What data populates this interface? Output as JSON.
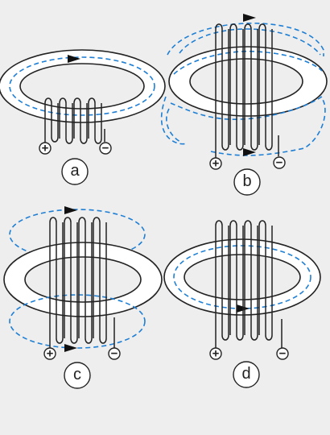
{
  "colors": {
    "flux": "#1e7fd4",
    "stroke": "#222222",
    "background": "#eeeeee"
  },
  "panels": [
    {
      "label": "a",
      "plus": "+",
      "minus": "−"
    },
    {
      "label": "b",
      "plus": "+",
      "minus": "−"
    },
    {
      "label": "c",
      "plus": "+",
      "minus": "−"
    },
    {
      "label": "d",
      "plus": "+",
      "minus": "−"
    }
  ]
}
